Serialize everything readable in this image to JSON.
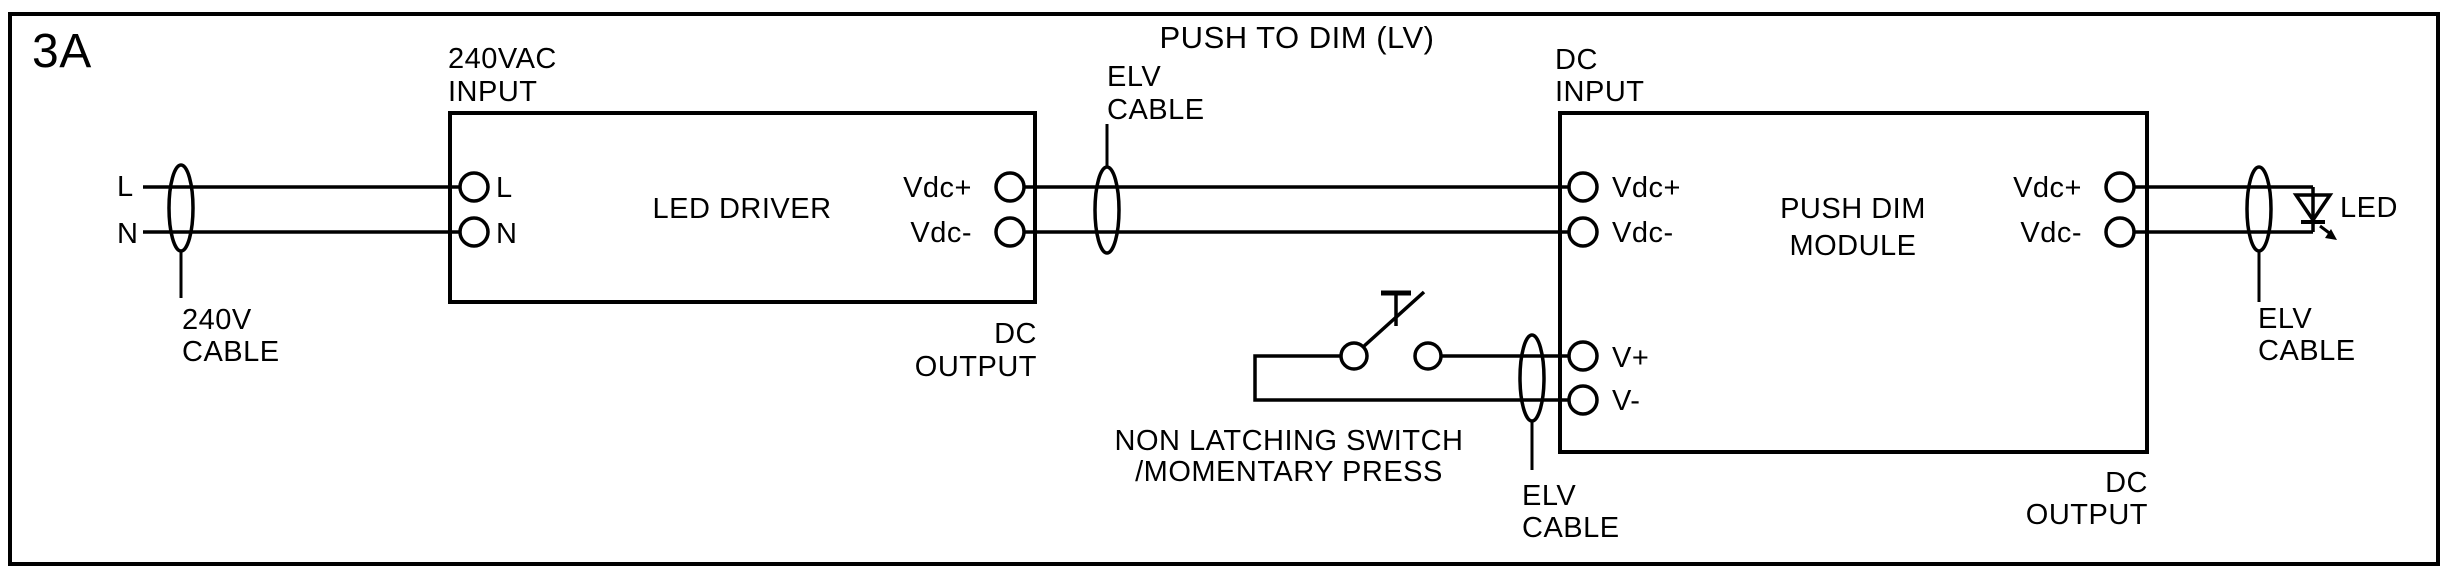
{
  "diagram": {
    "variant": "3A",
    "title": "PUSH TO DIM (LV)",
    "colors": {
      "ink": "#000000",
      "paper": "#ffffff"
    },
    "mains": {
      "l": "L",
      "n": "N",
      "cable": [
        "240V",
        "CABLE"
      ]
    },
    "led_driver": {
      "name": "LED DRIVER",
      "input_caption": [
        "240VAC",
        "INPUT"
      ],
      "output_caption": [
        "DC",
        "OUTPUT"
      ],
      "terminals": {
        "l": "L",
        "n": "N",
        "vdc_plus": "Vdc+",
        "vdc_minus": "Vdc-"
      }
    },
    "link_cable": [
      "ELV",
      "CABLE"
    ],
    "module": {
      "name": [
        "PUSH DIM",
        "MODULE"
      ],
      "input_caption": [
        "DC",
        "INPUT"
      ],
      "output_caption": [
        "DC",
        "OUTPUT"
      ],
      "terminals": {
        "vdc_plus_in": "Vdc+",
        "vdc_minus_in": "Vdc-",
        "v_plus": "V+",
        "v_minus": "V-",
        "vdc_plus_out": "Vdc+",
        "vdc_minus_out": "Vdc-"
      }
    },
    "switch": {
      "caption": [
        "NON LATCHING SWITCH",
        "/MOMENTARY PRESS"
      ],
      "cable": [
        "ELV",
        "CABLE"
      ]
    },
    "output": {
      "cable": [
        "ELV",
        "CABLE"
      ],
      "led": "LED"
    }
  }
}
